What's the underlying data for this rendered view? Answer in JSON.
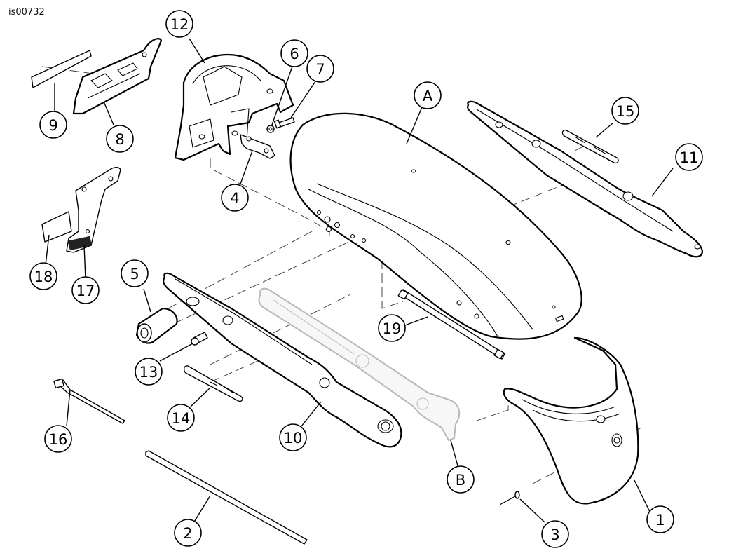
{
  "document_id": "is00732",
  "callouts": [
    {
      "label": "1"
    },
    {
      "label": "2"
    },
    {
      "label": "3"
    },
    {
      "label": "4"
    },
    {
      "label": "5"
    },
    {
      "label": "6"
    },
    {
      "label": "7"
    },
    {
      "label": "8"
    },
    {
      "label": "9"
    },
    {
      "label": "10"
    },
    {
      "label": "11"
    },
    {
      "label": "12"
    },
    {
      "label": "13"
    },
    {
      "label": "14"
    },
    {
      "label": "15"
    },
    {
      "label": "16"
    },
    {
      "label": "17"
    },
    {
      "label": "18"
    },
    {
      "label": "19"
    },
    {
      "label": "A"
    },
    {
      "label": "B"
    }
  ]
}
